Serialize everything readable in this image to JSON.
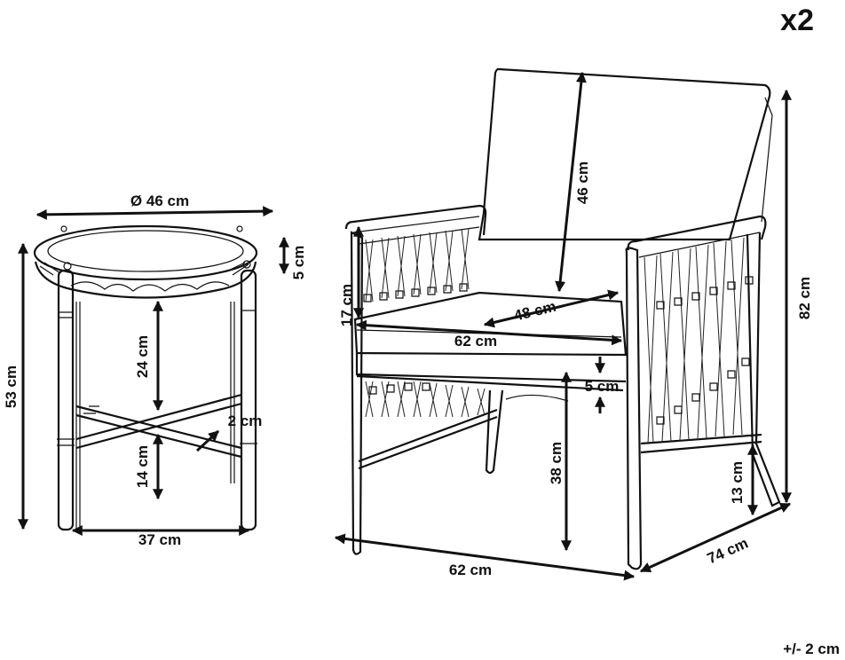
{
  "quantity": "x2",
  "tolerance": "+/- 2 cm",
  "colors": {
    "ink": "#111111",
    "background": "#ffffff"
  },
  "table": {
    "diameter": "Ø 46 cm",
    "rim_height": "5 cm",
    "height": "53 cm",
    "upper_gap": "24 cm",
    "crossbar": "2 cm",
    "lower_gap": "14 cm",
    "leg_span": "37 cm"
  },
  "chair": {
    "back_height": "46 cm",
    "armrest_height": "17 cm",
    "seat_depth": "48 cm",
    "seat_width": "62 cm",
    "cushion_thickness": "5 cm",
    "seat_height": "38 cm",
    "total_height": "82 cm",
    "rail_height": "13 cm",
    "width": "62 cm",
    "depth": "74 cm"
  }
}
